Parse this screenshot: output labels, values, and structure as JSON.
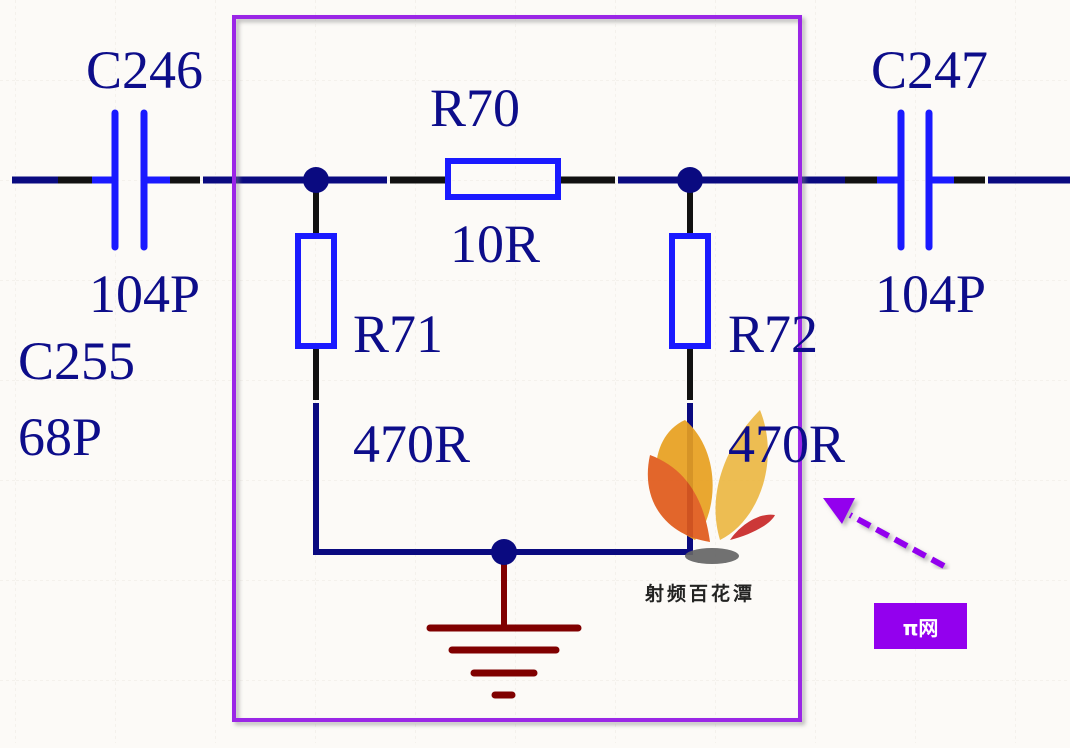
{
  "schematic": {
    "title": "π network",
    "components": [
      {
        "ref": "C246",
        "type": "capacitor",
        "value": "104P"
      },
      {
        "ref": "C247",
        "type": "capacitor",
        "value": "104P"
      },
      {
        "ref": "C255",
        "type": "capacitor",
        "value": "68P"
      },
      {
        "ref": "R70",
        "type": "resistor",
        "value": "10R"
      },
      {
        "ref": "R71",
        "type": "resistor",
        "value": "470R"
      },
      {
        "ref": "R72",
        "type": "resistor",
        "value": "470R"
      }
    ],
    "ground_symbol": "ground-icon",
    "colors": {
      "wire": "#0a0a80",
      "component": "#1a1aff",
      "ground": "#800000",
      "highlight_box": "#9a28e6",
      "label": "#0d0d8a",
      "background": "#fcfaf7"
    }
  },
  "annotation": {
    "tag_label": "π网",
    "arrow": "arrow-icon"
  },
  "watermark": {
    "text": "射频百花潭"
  }
}
